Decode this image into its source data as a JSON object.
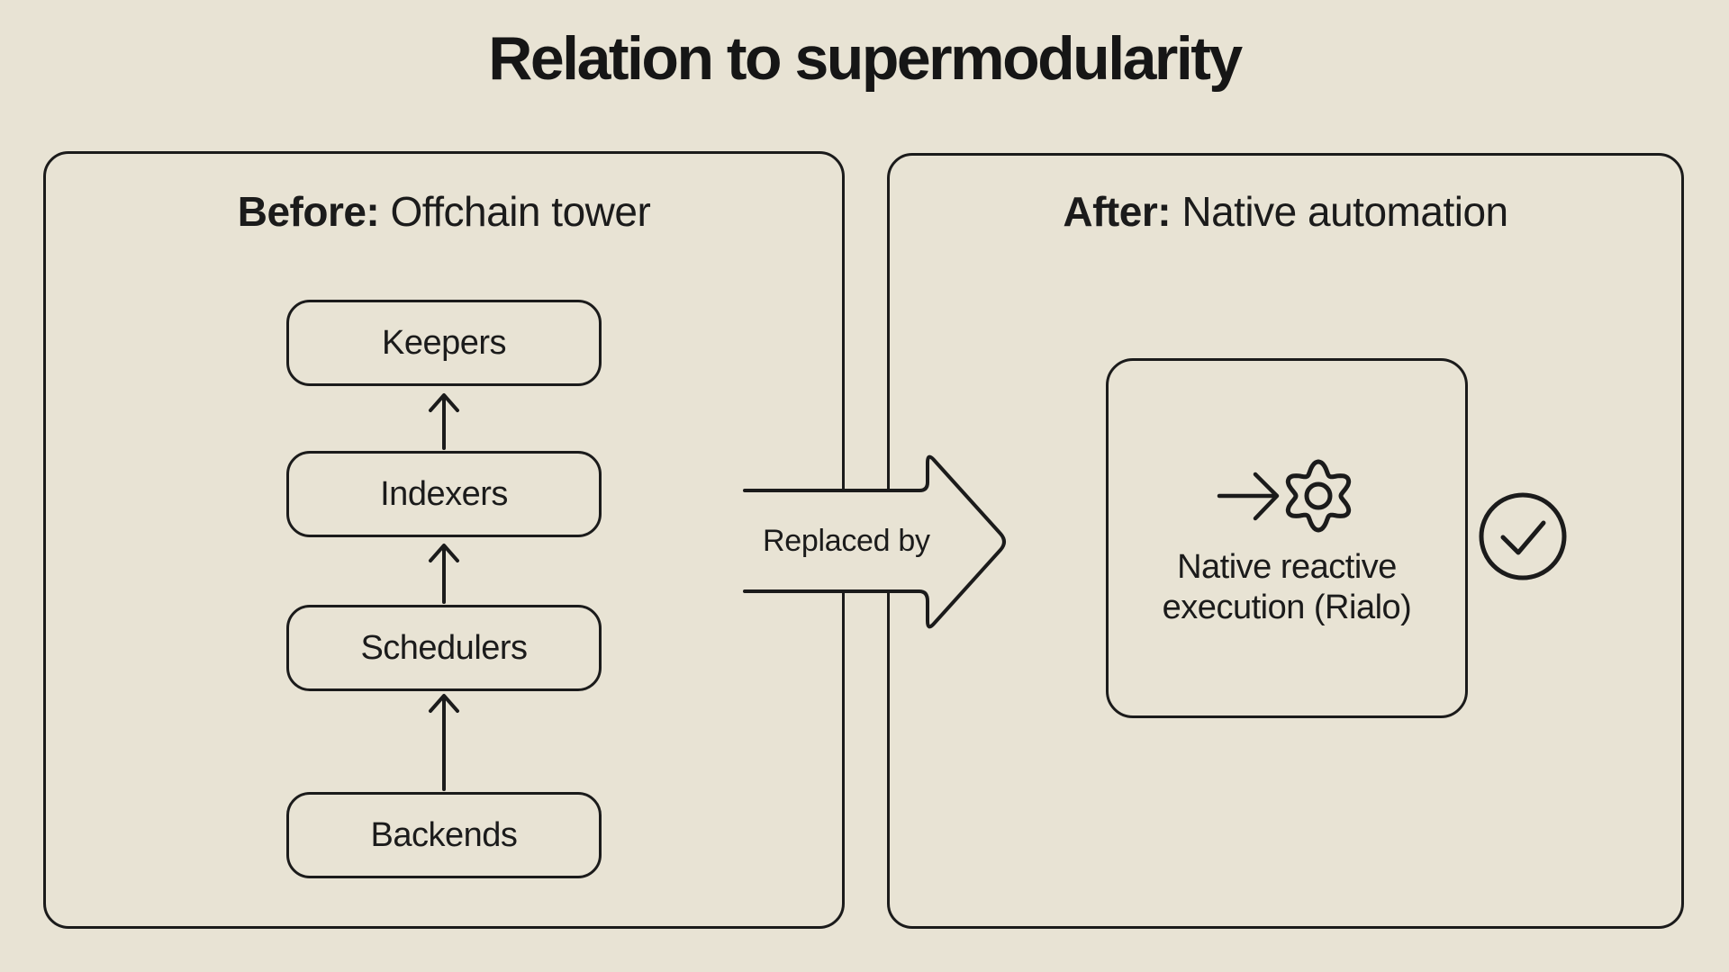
{
  "title": "Relation to supermodularity",
  "colors": {
    "background": "#e8e3d4",
    "ink": "#1b1b1b"
  },
  "before_panel": {
    "label_bold": "Before:",
    "label_rest": " Offchain tower",
    "stack": [
      "Keepers",
      "Indexers",
      "Schedulers",
      "Backends"
    ]
  },
  "transition": {
    "arrow_label": "Replaced by"
  },
  "after_panel": {
    "label_bold": "After:",
    "label_rest": " Native automation",
    "solution_box": {
      "line1": "Native reactive",
      "line2": "execution (Rialo)",
      "icon": "arrow-into-gear-icon"
    },
    "status_icon": "check-circle-icon"
  }
}
